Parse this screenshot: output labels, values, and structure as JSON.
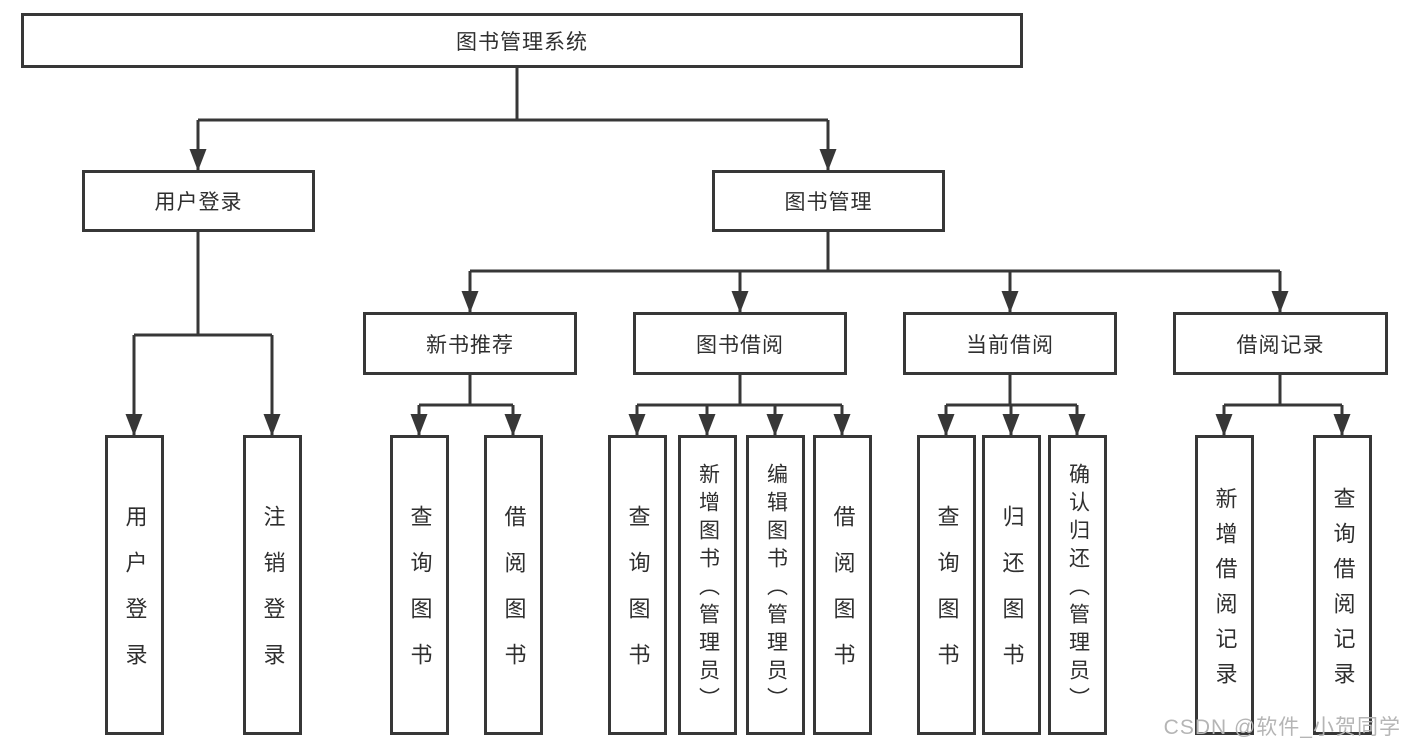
{
  "tree": {
    "root": {
      "label": "图书管理系统"
    },
    "level2": [
      {
        "label": "用户登录",
        "children": [
          {
            "label": "用户登录"
          },
          {
            "label": "注销登录"
          }
        ]
      },
      {
        "label": "图书管理",
        "children": [
          {
            "label": "新书推荐",
            "children": [
              {
                "label": "查询图书"
              },
              {
                "label": "借阅图书"
              }
            ]
          },
          {
            "label": "图书借阅",
            "children": [
              {
                "label": "查询图书"
              },
              {
                "label": "新增图书（管理员）"
              },
              {
                "label": "编辑图书（管理员）"
              },
              {
                "label": "借阅图书"
              }
            ]
          },
          {
            "label": "当前借阅",
            "children": [
              {
                "label": "查询图书"
              },
              {
                "label": "归还图书"
              },
              {
                "label": "确认归还（管理员）"
              }
            ]
          },
          {
            "label": "借阅记录",
            "children": [
              {
                "label": "新增借阅记录"
              },
              {
                "label": "查询借阅记录"
              }
            ]
          }
        ]
      }
    ]
  },
  "watermark": {
    "text": "CSDN @软件_小贺同学"
  },
  "colors": {
    "line": "#373737",
    "box_border": "#373737",
    "text": "#2f2f2f",
    "watermark": "#b5b5b5",
    "background": "#ffffff"
  }
}
